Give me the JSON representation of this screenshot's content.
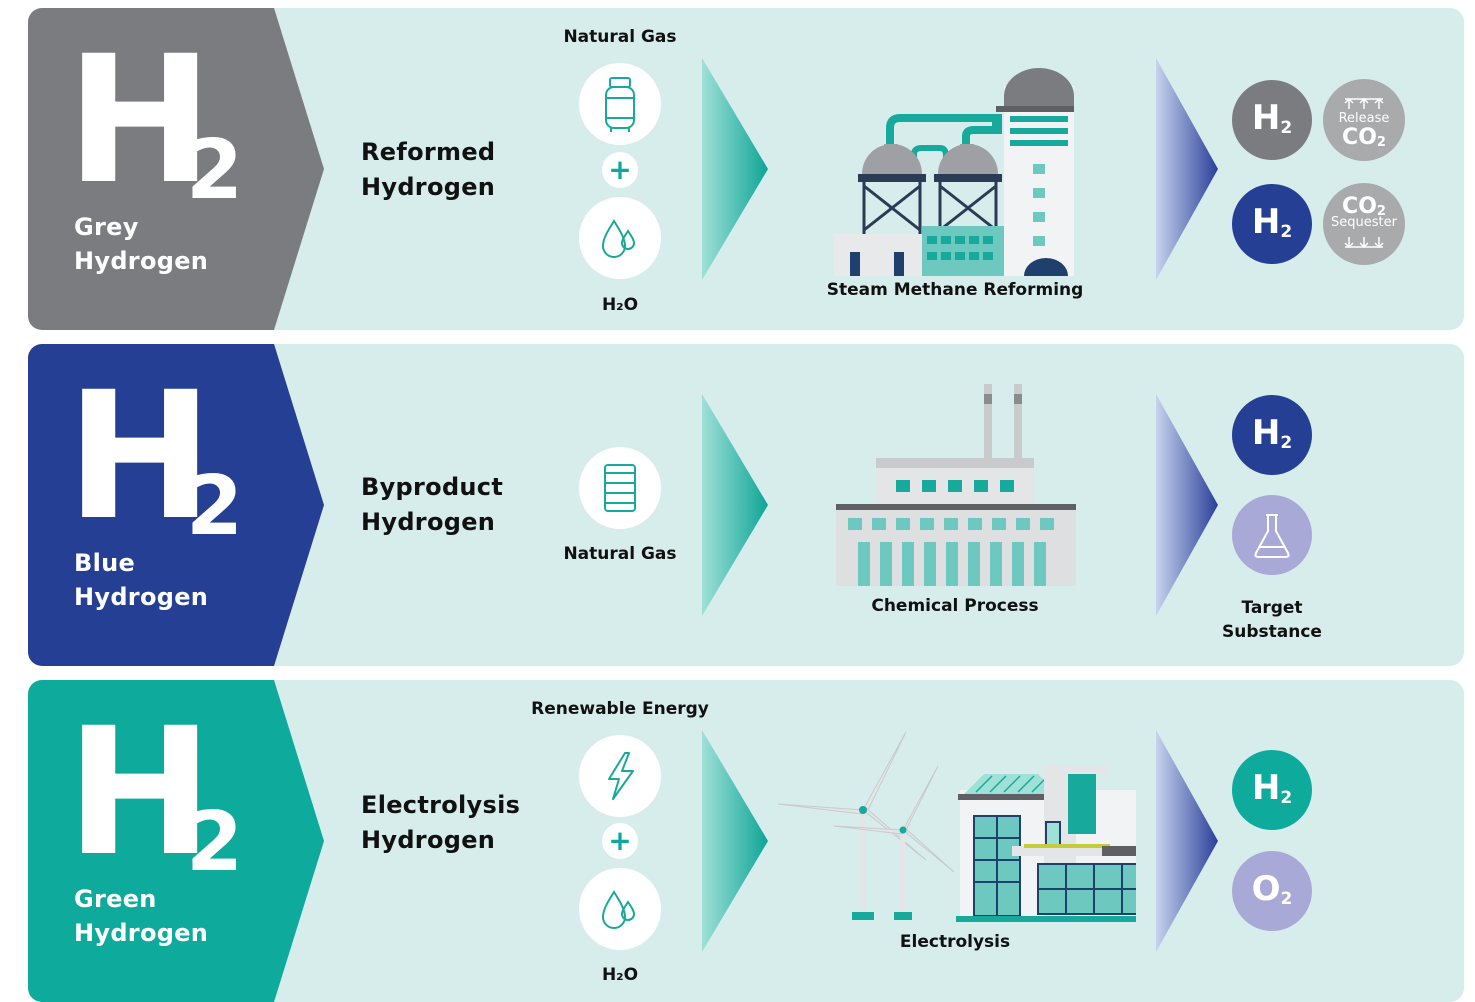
{
  "colors": {
    "grey": "#7b7c7f",
    "blue": "#253f95",
    "green": "#0eaa9c",
    "panel": "#d6edeb",
    "teal": "#17a99b",
    "lavender": "#a9a9d8"
  },
  "rows": [
    {
      "h_letter": "H",
      "h_sub": "2",
      "type_line1": "Grey",
      "type_line2": "Hydrogen",
      "method_line1": "Reformed",
      "method_line2": "Hydrogen",
      "input_top_label": "Natural Gas",
      "input_top_icon": "gas-cylinder-icon",
      "plus": "+",
      "input_bottom_icon": "water-drop-icon",
      "input_bottom_label": "H₂O",
      "process_label": "Steam Methane Reforming",
      "process_icon": "reforming-plant-icon",
      "outputs": [
        {
          "main": "H",
          "sub": "2",
          "color": "#7b7c7f"
        },
        {
          "main": "H",
          "sub": "2",
          "color": "#253f95"
        }
      ],
      "co2": [
        {
          "small": "Release",
          "main": "CO",
          "sub": "2",
          "arrow_icon": "arrows-up-icon"
        },
        {
          "small": "Sequester",
          "main": "CO",
          "sub": "2",
          "arrow_icon": "arrows-down-icon"
        }
      ]
    },
    {
      "h_letter": "H",
      "h_sub": "2",
      "type_line1": "Blue",
      "type_line2": "Hydrogen",
      "method_line1": "Byproduct",
      "method_line2": "Hydrogen",
      "input_icon": "gas-drum-icon",
      "input_label": "Natural Gas",
      "process_label": "Chemical Process",
      "process_icon": "chemical-factory-icon",
      "outputs": [
        {
          "main": "H",
          "sub": "2",
          "color": "#253f95"
        }
      ],
      "target_icon": "flask-icon",
      "target_line1": "Target",
      "target_line2": "Substance"
    },
    {
      "h_letter": "H",
      "h_sub": "2",
      "type_line1": "Green",
      "type_line2": "Hydrogen",
      "method_line1": "Electrolysis",
      "method_line2": "Hydrogen",
      "input_top_label": "Renewable Energy",
      "input_top_icon": "lightning-icon",
      "plus": "+",
      "input_bottom_icon": "water-drop-icon",
      "input_bottom_label": "H₂O",
      "process_label": "Electrolysis",
      "process_icon": "wind-solar-plant-icon",
      "outputs": [
        {
          "main": "H",
          "sub": "2",
          "color": "#0eaa9c"
        },
        {
          "main": "O",
          "sub": "2",
          "color": "#a9a9d8"
        }
      ]
    }
  ]
}
